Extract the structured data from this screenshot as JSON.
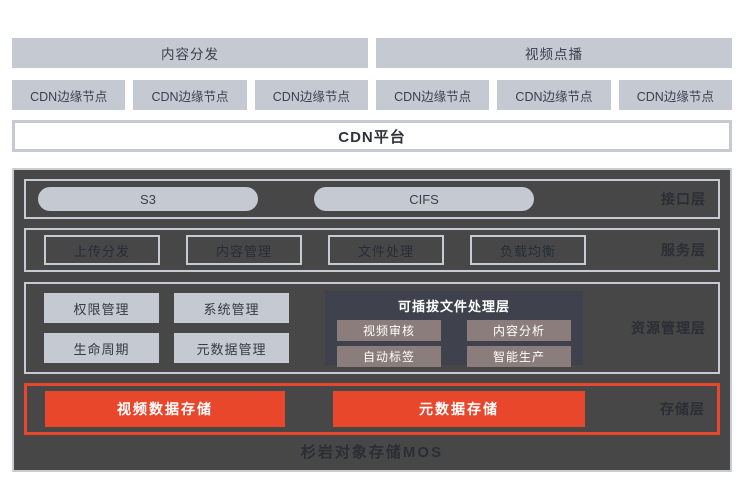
{
  "palette": {
    "box_light_gray": "#c5c9d1",
    "box_text_dark": "#3a4050",
    "container_dark": "#474747",
    "panel_charcoal": "#3f424c",
    "chip_warm_gray": "#8b7d7b",
    "accent_red": "#e8472c",
    "border_light": "#c6cad2"
  },
  "top": {
    "flow_bars": [
      "内容分发",
      "视频点播"
    ],
    "edge_nodes": [
      "CDN边缘节点",
      "CDN边缘节点",
      "CDN边缘节点",
      "CDN边缘节点",
      "CDN边缘节点",
      "CDN边缘节点"
    ],
    "platform_bar": "CDN平台"
  },
  "mos": {
    "interface": {
      "label": "接口层",
      "pills": [
        "S3",
        "CIFS"
      ]
    },
    "service": {
      "label": "服务层",
      "boxes": [
        "上传分发",
        "内容管理",
        "文件处理",
        "负载均衡"
      ]
    },
    "management": {
      "label": "资源管理层",
      "boxes": [
        "权限管理",
        "系统管理",
        "生命周期",
        "元数据管理"
      ],
      "plugin_panel": {
        "title": "可插拔文件处理层",
        "boxes": [
          "视频审核",
          "内容分析",
          "自动标签",
          "智能生产"
        ]
      }
    },
    "storage": {
      "label": "存储层",
      "boxes": [
        "视频数据存储",
        "元数据存储"
      ]
    },
    "caption": "杉岩对象存储MOS"
  }
}
